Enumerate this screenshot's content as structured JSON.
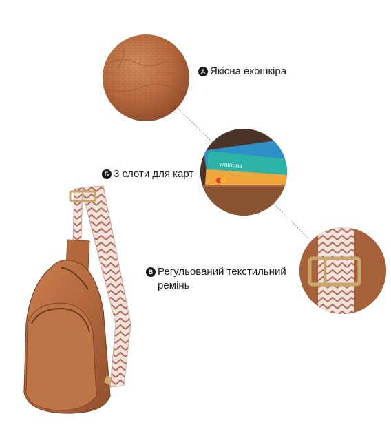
{
  "features": [
    {
      "marker": "А",
      "text": "Якісна екошкіра"
    },
    {
      "marker": "Б",
      "text": "3 слоти для карт"
    },
    {
      "marker": "В",
      "text": "Регульований текстильний ремінь"
    }
  ],
  "cards": [
    "watsons"
  ],
  "colors": {
    "leather": "#b96b3f",
    "leather_dark": "#7d4324",
    "strap_light": "#f2e2dc",
    "strap_pattern": "#b06a58",
    "buckle": "#c6a769",
    "connector_line": "#9a9a9a"
  }
}
